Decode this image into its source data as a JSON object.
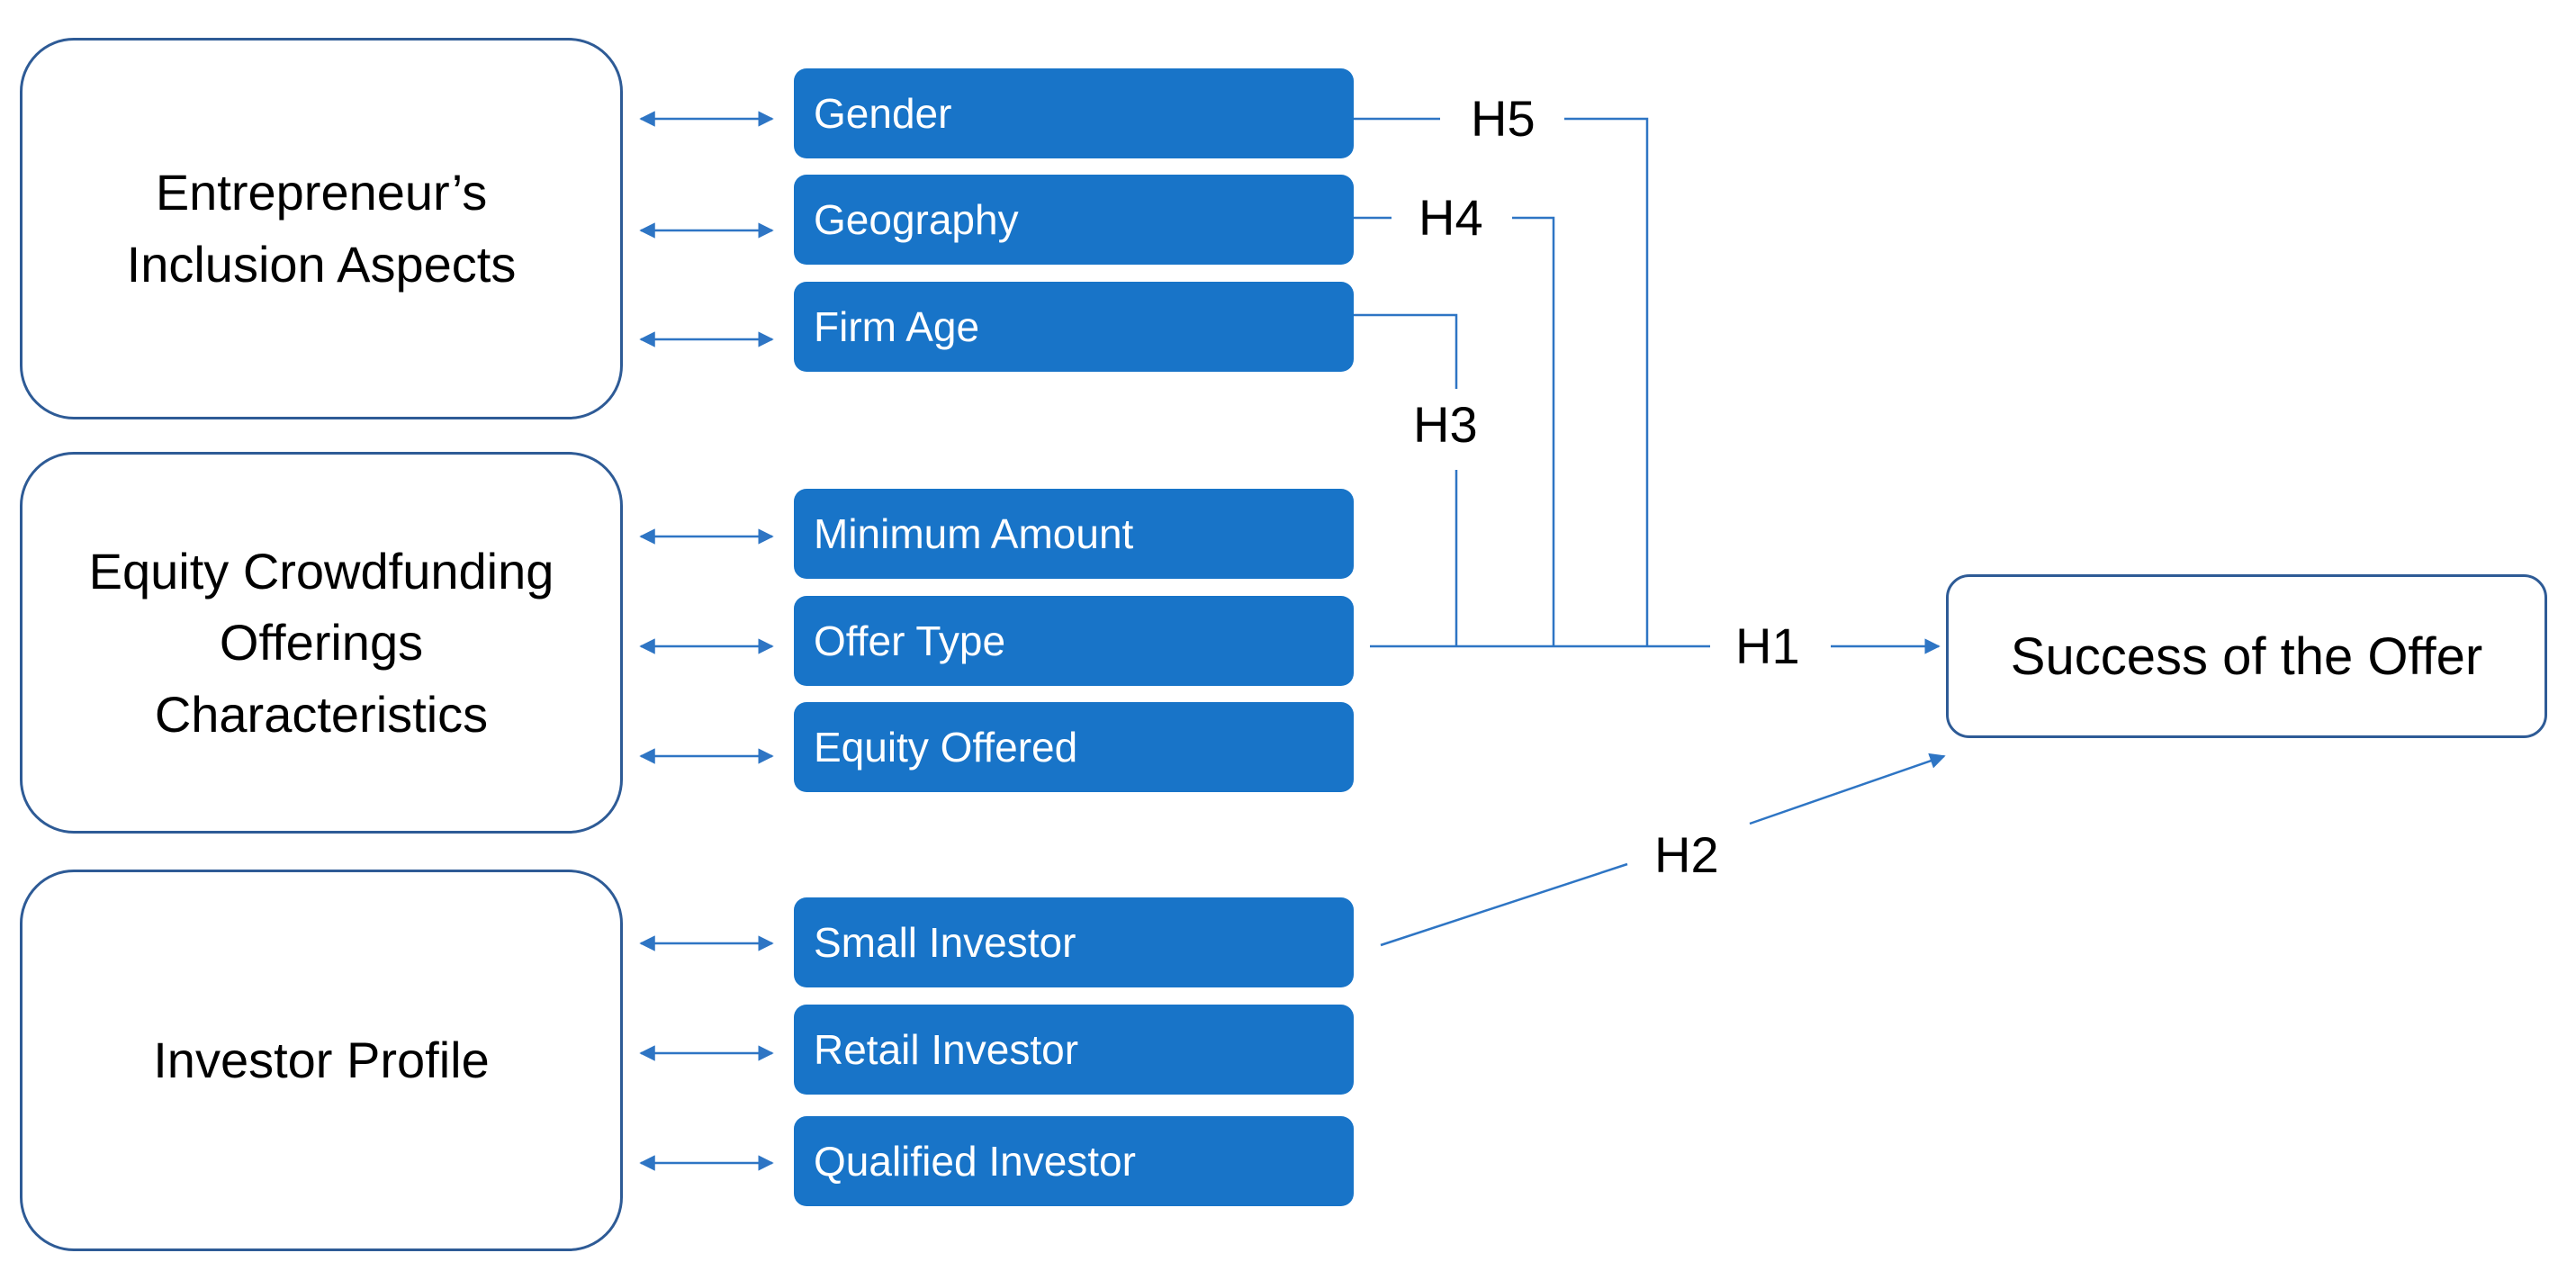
{
  "groups": [
    {
      "label": "Entrepreneur’s\nInclusion Aspects",
      "variables": [
        "Gender",
        "Geography",
        "Firm Age"
      ]
    },
    {
      "label": "Equity Crowdfunding\nOfferings\nCharacteristics",
      "variables": [
        "Minimum Amount",
        "Offer Type",
        "Equity Offered"
      ]
    },
    {
      "label": "Investor Profile",
      "variables": [
        "Small Investor",
        "Retail Investor",
        "Qualified Investor"
      ]
    }
  ],
  "outcome": "Success of the Offer",
  "hypotheses": {
    "h1": "H1",
    "h2": "H2",
    "h3": "H3",
    "h4": "H4",
    "h5": "H5"
  },
  "colors": {
    "variable_fill": "#1874c8",
    "line": "#2e75c4",
    "border": "#2e5b96"
  }
}
